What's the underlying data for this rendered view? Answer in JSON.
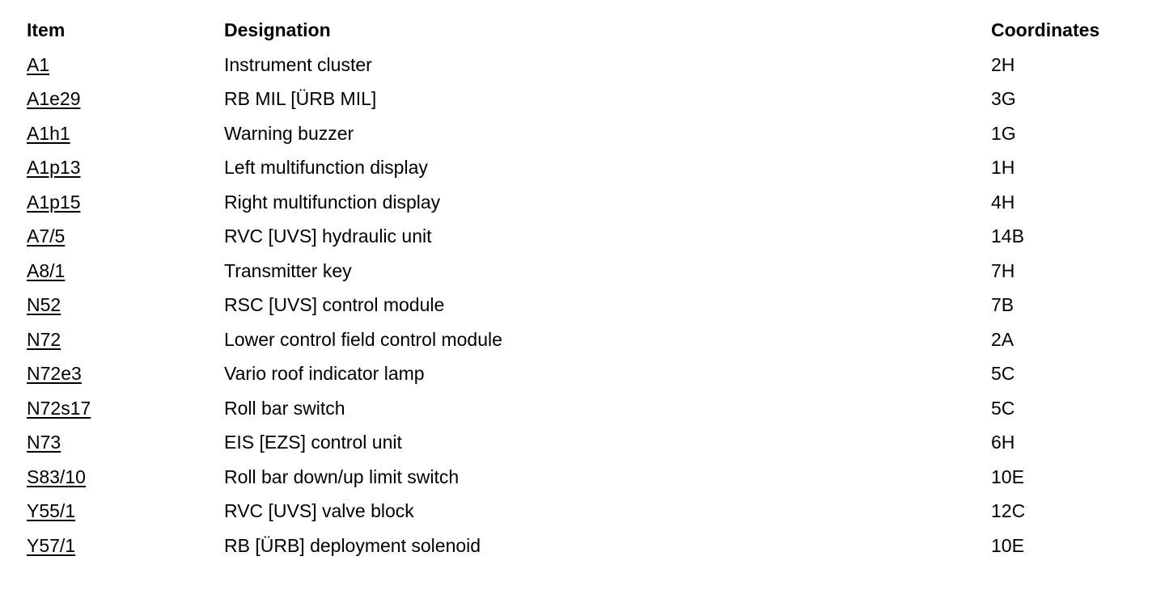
{
  "header": {
    "item": "Item",
    "designation": "Designation",
    "coordinates": "Coordinates"
  },
  "rows": [
    {
      "item": "A1",
      "designation": "Instrument cluster",
      "coordinates": "2H"
    },
    {
      "item": "A1e29",
      "designation": "RB MIL [ÜRB MIL]",
      "coordinates": "3G"
    },
    {
      "item": "A1h1",
      "designation": "Warning buzzer",
      "coordinates": "1G"
    },
    {
      "item": "A1p13",
      "designation": "Left multifunction display",
      "coordinates": "1H"
    },
    {
      "item": "A1p15",
      "designation": "Right multifunction display",
      "coordinates": "4H"
    },
    {
      "item": "A7/5",
      "designation": "RVC [UVS] hydraulic unit",
      "coordinates": "14B"
    },
    {
      "item": "A8/1",
      "designation": "Transmitter key",
      "coordinates": "7H"
    },
    {
      "item": "N52",
      "designation": "RSC [UVS] control module",
      "coordinates": "7B"
    },
    {
      "item": "N72",
      "designation": "Lower control field control module",
      "coordinates": "2A"
    },
    {
      "item": "N72e3",
      "designation": "Vario roof indicator lamp",
      "coordinates": "5C"
    },
    {
      "item": "N72s17",
      "designation": "Roll bar switch",
      "coordinates": "5C"
    },
    {
      "item": "N73",
      "designation": "EIS [EZS] control unit",
      "coordinates": "6H"
    },
    {
      "item": "S83/10",
      "designation": "Roll bar down/up limit switch",
      "coordinates": "10E"
    },
    {
      "item": "Y55/1",
      "designation": "RVC [UVS] valve block",
      "coordinates": "12C"
    },
    {
      "item": "Y57/1",
      "designation": "RB [ÜRB] deployment solenoid",
      "coordinates": "10E"
    }
  ]
}
